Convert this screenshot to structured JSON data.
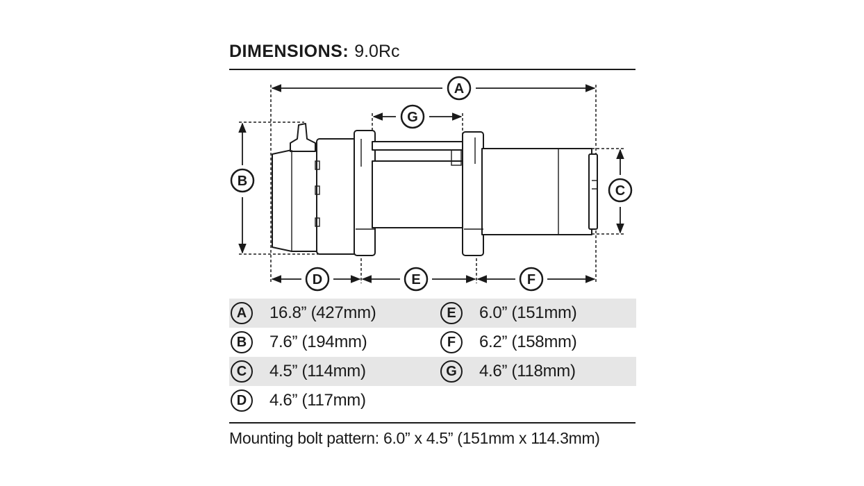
{
  "title": {
    "heading": "DIMENSIONS:",
    "model": "9.0Rc"
  },
  "diagram": {
    "labels": [
      "A",
      "B",
      "C",
      "D",
      "E",
      "F",
      "G"
    ]
  },
  "dimensions": {
    "rows": [
      {
        "left": {
          "letter": "A",
          "value": "16.8” (427mm)"
        },
        "right": {
          "letter": "E",
          "value": "6.0” (151mm)"
        }
      },
      {
        "left": {
          "letter": "B",
          "value": "7.6” (194mm)"
        },
        "right": {
          "letter": "F",
          "value": "6.2” (158mm)"
        }
      },
      {
        "left": {
          "letter": "C",
          "value": "4.5” (114mm)"
        },
        "right": {
          "letter": "G",
          "value": "4.6” (118mm)"
        }
      },
      {
        "left": {
          "letter": "D",
          "value": "4.6” (117mm)"
        }
      }
    ]
  },
  "footer": {
    "text": "Mounting bolt pattern: 6.0” x 4.5” (151mm x 114.3mm)"
  }
}
